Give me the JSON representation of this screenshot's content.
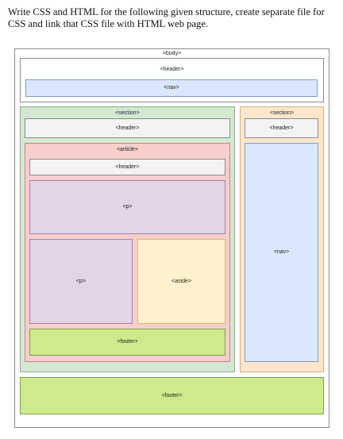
{
  "question": "Write CSS and HTML for the following given structure, create separate file for CSS and link that CSS file with HTML web page.",
  "diagram": {
    "body": "<body>",
    "top_header": "<header>",
    "top_nav": "<nav>",
    "section_left": "<section>",
    "section_left_header": "<header>",
    "article": "<article>",
    "article_header": "<header>",
    "p_wide": "<p>",
    "p_small": "<p>",
    "aside": "<aside>",
    "article_footer": "<footer>",
    "section_right": "<section>",
    "section_right_header": "<header>",
    "section_right_nav": "<nav>",
    "bottom_footer": "<footer>"
  },
  "colors": {
    "nav": "#dae8fc",
    "section": "#d5e8d4",
    "section_right": "#ffe6cc",
    "article": "#f8cecc",
    "p": "#e1d5e7",
    "aside": "#fff2cc",
    "footer": "#cdeb8b"
  }
}
